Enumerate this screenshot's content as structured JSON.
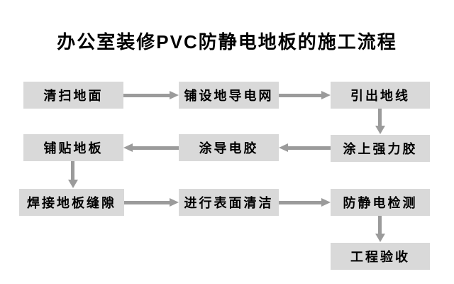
{
  "title": "办公室装修PVC防静电地板的施工流程",
  "colors": {
    "background": "#ffffff",
    "box_fill": "#d9d9d9",
    "box_text": "#000000",
    "arrow": "#9b9b9b"
  },
  "flowchart": {
    "type": "flowchart",
    "nodes": [
      {
        "label": "清扫地面"
      },
      {
        "label": "铺设地导电网"
      },
      {
        "label": "引出地线"
      },
      {
        "label": "涂上强力胶"
      },
      {
        "label": "涂导电胶"
      },
      {
        "label": "铺贴地板"
      },
      {
        "label": "焊接地板缝隙"
      },
      {
        "label": "进行表面清洁"
      },
      {
        "label": "防静电检测"
      },
      {
        "label": "工程验收"
      }
    ],
    "edges": [
      {
        "from": "清扫地面",
        "to": "铺设地导电网",
        "direction": "right"
      },
      {
        "from": "铺设地导电网",
        "to": "引出地线",
        "direction": "right"
      },
      {
        "from": "引出地线",
        "to": "涂上强力胶",
        "direction": "down"
      },
      {
        "from": "涂上强力胶",
        "to": "涂导电胶",
        "direction": "left"
      },
      {
        "from": "涂导电胶",
        "to": "铺贴地板",
        "direction": "left"
      },
      {
        "from": "铺贴地板",
        "to": "焊接地板缝隙",
        "direction": "down"
      },
      {
        "from": "焊接地板缝隙",
        "to": "进行表面清洁",
        "direction": "right"
      },
      {
        "from": "进行表面清洁",
        "to": "防静电检测",
        "direction": "right"
      },
      {
        "from": "防静电检测",
        "to": "工程验收",
        "direction": "down"
      }
    ]
  }
}
